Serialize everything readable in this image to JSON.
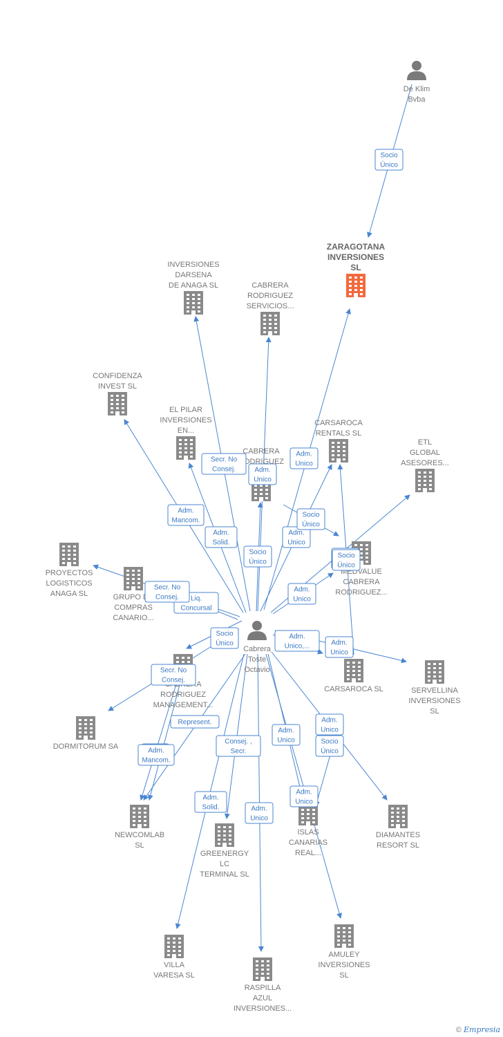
{
  "colors": {
    "edge": "#4a86d0",
    "company": "#8a8a8a",
    "highlight": "#f26a3d",
    "person": "#7a7a7a"
  },
  "nodes": [
    {
      "id": "deklim",
      "type": "person",
      "label": [
        "De Klim",
        "Bvba"
      ]
    },
    {
      "id": "zaragotana",
      "type": "company",
      "highlight": true,
      "label": [
        "ZARAGOTANA",
        "INVERSIONES",
        "SL"
      ]
    },
    {
      "id": "darsena",
      "type": "company",
      "label": [
        "INVERSIONES",
        "DARSENA",
        "DE ANAGA SL"
      ]
    },
    {
      "id": "cabserv",
      "type": "company",
      "label": [
        "CABRERA",
        "RODRIGUEZ",
        "SERVICIOS..."
      ]
    },
    {
      "id": "confidenza",
      "type": "company",
      "label": [
        "CONFIDENZA",
        "INVEST  SL"
      ]
    },
    {
      "id": "elpilar",
      "type": "company",
      "label": [
        "EL PILAR",
        "INVERSIONES",
        "EN..."
      ]
    },
    {
      "id": "cabrod",
      "type": "company",
      "label": [
        "CABRERA",
        "RODRIGUEZ",
        "..."
      ]
    },
    {
      "id": "carsrentals",
      "type": "company",
      "label": [
        "CARSAROCA",
        "RENTALS  SL"
      ]
    },
    {
      "id": "etl",
      "type": "company",
      "label": [
        "ETL",
        "GLOBAL",
        "ASESORES..."
      ]
    },
    {
      "id": "proyectos",
      "type": "company",
      "label": [
        "PROYECTOS",
        "LOGISTICOS",
        "ANAGA SL"
      ]
    },
    {
      "id": "grupo",
      "type": "company",
      "label": [
        "GRUPO DE",
        "COMPRAS",
        "CANARIO..."
      ]
    },
    {
      "id": "medvalue",
      "type": "company",
      "label": [
        "MEDVALUE",
        "CABRERA",
        "RODRIGUEZ..."
      ]
    },
    {
      "id": "cabmgmt",
      "type": "company",
      "label": [
        "CABRERA",
        "RODRIGUEZ",
        "MANAGEMENT..."
      ]
    },
    {
      "id": "carsaroca",
      "type": "company",
      "label": [
        "CARSAROCA SL"
      ]
    },
    {
      "id": "servellina",
      "type": "company",
      "label": [
        "SERVELLINA",
        "INVERSIONES",
        "SL"
      ]
    },
    {
      "id": "dormitorum",
      "type": "company",
      "label": [
        "DORMITORUM SA"
      ]
    },
    {
      "id": "newcomlab",
      "type": "company",
      "label": [
        "NEWCOMLAB",
        "SL"
      ]
    },
    {
      "id": "greenergy",
      "type": "company",
      "label": [
        "GREENERGY",
        "LC",
        "TERMINAL  SL"
      ]
    },
    {
      "id": "islas",
      "type": "company",
      "label": [
        "ISLAS",
        "CANARIAS",
        "REAL..."
      ]
    },
    {
      "id": "diamantes",
      "type": "company",
      "label": [
        "DIAMANTES",
        "RESORT  SL"
      ]
    },
    {
      "id": "villa",
      "type": "company",
      "label": [
        "VILLA",
        "VARESA SL"
      ]
    },
    {
      "id": "raspilla",
      "type": "company",
      "label": [
        "RASPILLA",
        "AZUL",
        "INVERSIONES..."
      ]
    },
    {
      "id": "amuley",
      "type": "company",
      "label": [
        "AMULEY",
        "INVERSIONES",
        "SL"
      ]
    },
    {
      "id": "cabrera",
      "type": "person",
      "label": [
        "Cabrera",
        "Toste",
        "Octavio"
      ]
    }
  ],
  "edges": [
    {
      "from": "deklim",
      "to": "zaragotana",
      "label": [
        "Socio",
        "Único"
      ]
    },
    {
      "from": "cabrera",
      "to": "zaragotana",
      "label": [
        "Adm.",
        "Unico"
      ]
    },
    {
      "from": "cabrera",
      "to": "darsena",
      "label": [
        "Secr.  No",
        "Consej."
      ]
    },
    {
      "from": "cabrera",
      "to": "cabserv",
      "label": [
        "Adm.",
        "Unico"
      ]
    },
    {
      "from": "cabrera",
      "to": "confidenza",
      "label": [
        "Adm.",
        "Mancom."
      ]
    },
    {
      "from": "cabrera",
      "to": "elpilar",
      "label": [
        "Adm.",
        "Solid."
      ]
    },
    {
      "from": "cabrera",
      "to": "cabrod",
      "label": [
        "Socio",
        "Único"
      ]
    },
    {
      "from": "cabrera",
      "to": "carsrentals",
      "label": [
        "Adm.",
        "Unico"
      ]
    },
    {
      "from": "cabrera",
      "to": "etl",
      "label": [
        "Adm.",
        "Unico"
      ]
    },
    {
      "from": "cabrera",
      "to": "proyectos",
      "label": [
        "Liq.",
        "Concursal"
      ]
    },
    {
      "from": "cabrera",
      "to": "grupo",
      "label": [
        "Secr.  No",
        "Consej."
      ]
    },
    {
      "from": "cabrera",
      "to": "medvalue",
      "label": [
        "Socio",
        "Único"
      ]
    },
    {
      "from": "cabrera",
      "to": "cabmgmt",
      "label": [
        "Socio",
        "Único"
      ]
    },
    {
      "from": "cabrera",
      "to": "carsaroca",
      "label": [
        "Adm.",
        "Unico,..."
      ]
    },
    {
      "from": "cabrera",
      "to": "servellina",
      "label": [
        "Adm.",
        "Unico"
      ]
    },
    {
      "from": "cabrera",
      "to": "dormitorum",
      "label": [
        "Secr.  No",
        "Consej."
      ]
    },
    {
      "from": "cabrera",
      "to": "newcomlab",
      "label": [
        "Adm.",
        "Unico"
      ]
    },
    {
      "from": "cabrera",
      "to": "greenergy",
      "label": [
        "Consej. ,",
        "Secr."
      ]
    },
    {
      "from": "cabrera",
      "to": "islas",
      "label": [
        "Adm.",
        "Unico"
      ]
    },
    {
      "from": "cabrera",
      "to": "diamantes",
      "label": [
        "Adm.",
        "Unico"
      ]
    },
    {
      "from": "cabrera",
      "to": "villa",
      "label": [
        "Adm.",
        "Solid."
      ]
    },
    {
      "from": "cabrera",
      "to": "raspilla",
      "label": [
        "Adm.",
        "Unico"
      ]
    },
    {
      "from": "cabrera",
      "to": "amuley",
      "label": [
        "Adm.",
        "Unico"
      ]
    },
    {
      "from": "cabmgmt",
      "to": "newcomlab",
      "label": [
        "Adm.",
        "Mancom."
      ]
    },
    {
      "from": "cabmgmt",
      "to": "newcomlab",
      "label": [
        "Represent."
      ]
    },
    {
      "from": "carsaroca",
      "to": "carsrentals",
      "label": [
        "Socio",
        "Único"
      ]
    },
    {
      "from": "carsaroca",
      "to": "islas",
      "label": [
        "Socio",
        "Único"
      ]
    },
    {
      "from": "cabrod",
      "to": "medvalue",
      "label": [
        "Socio",
        "Único"
      ]
    }
  ],
  "footer": {
    "copyright": "©",
    "brand": "Empresia"
  }
}
